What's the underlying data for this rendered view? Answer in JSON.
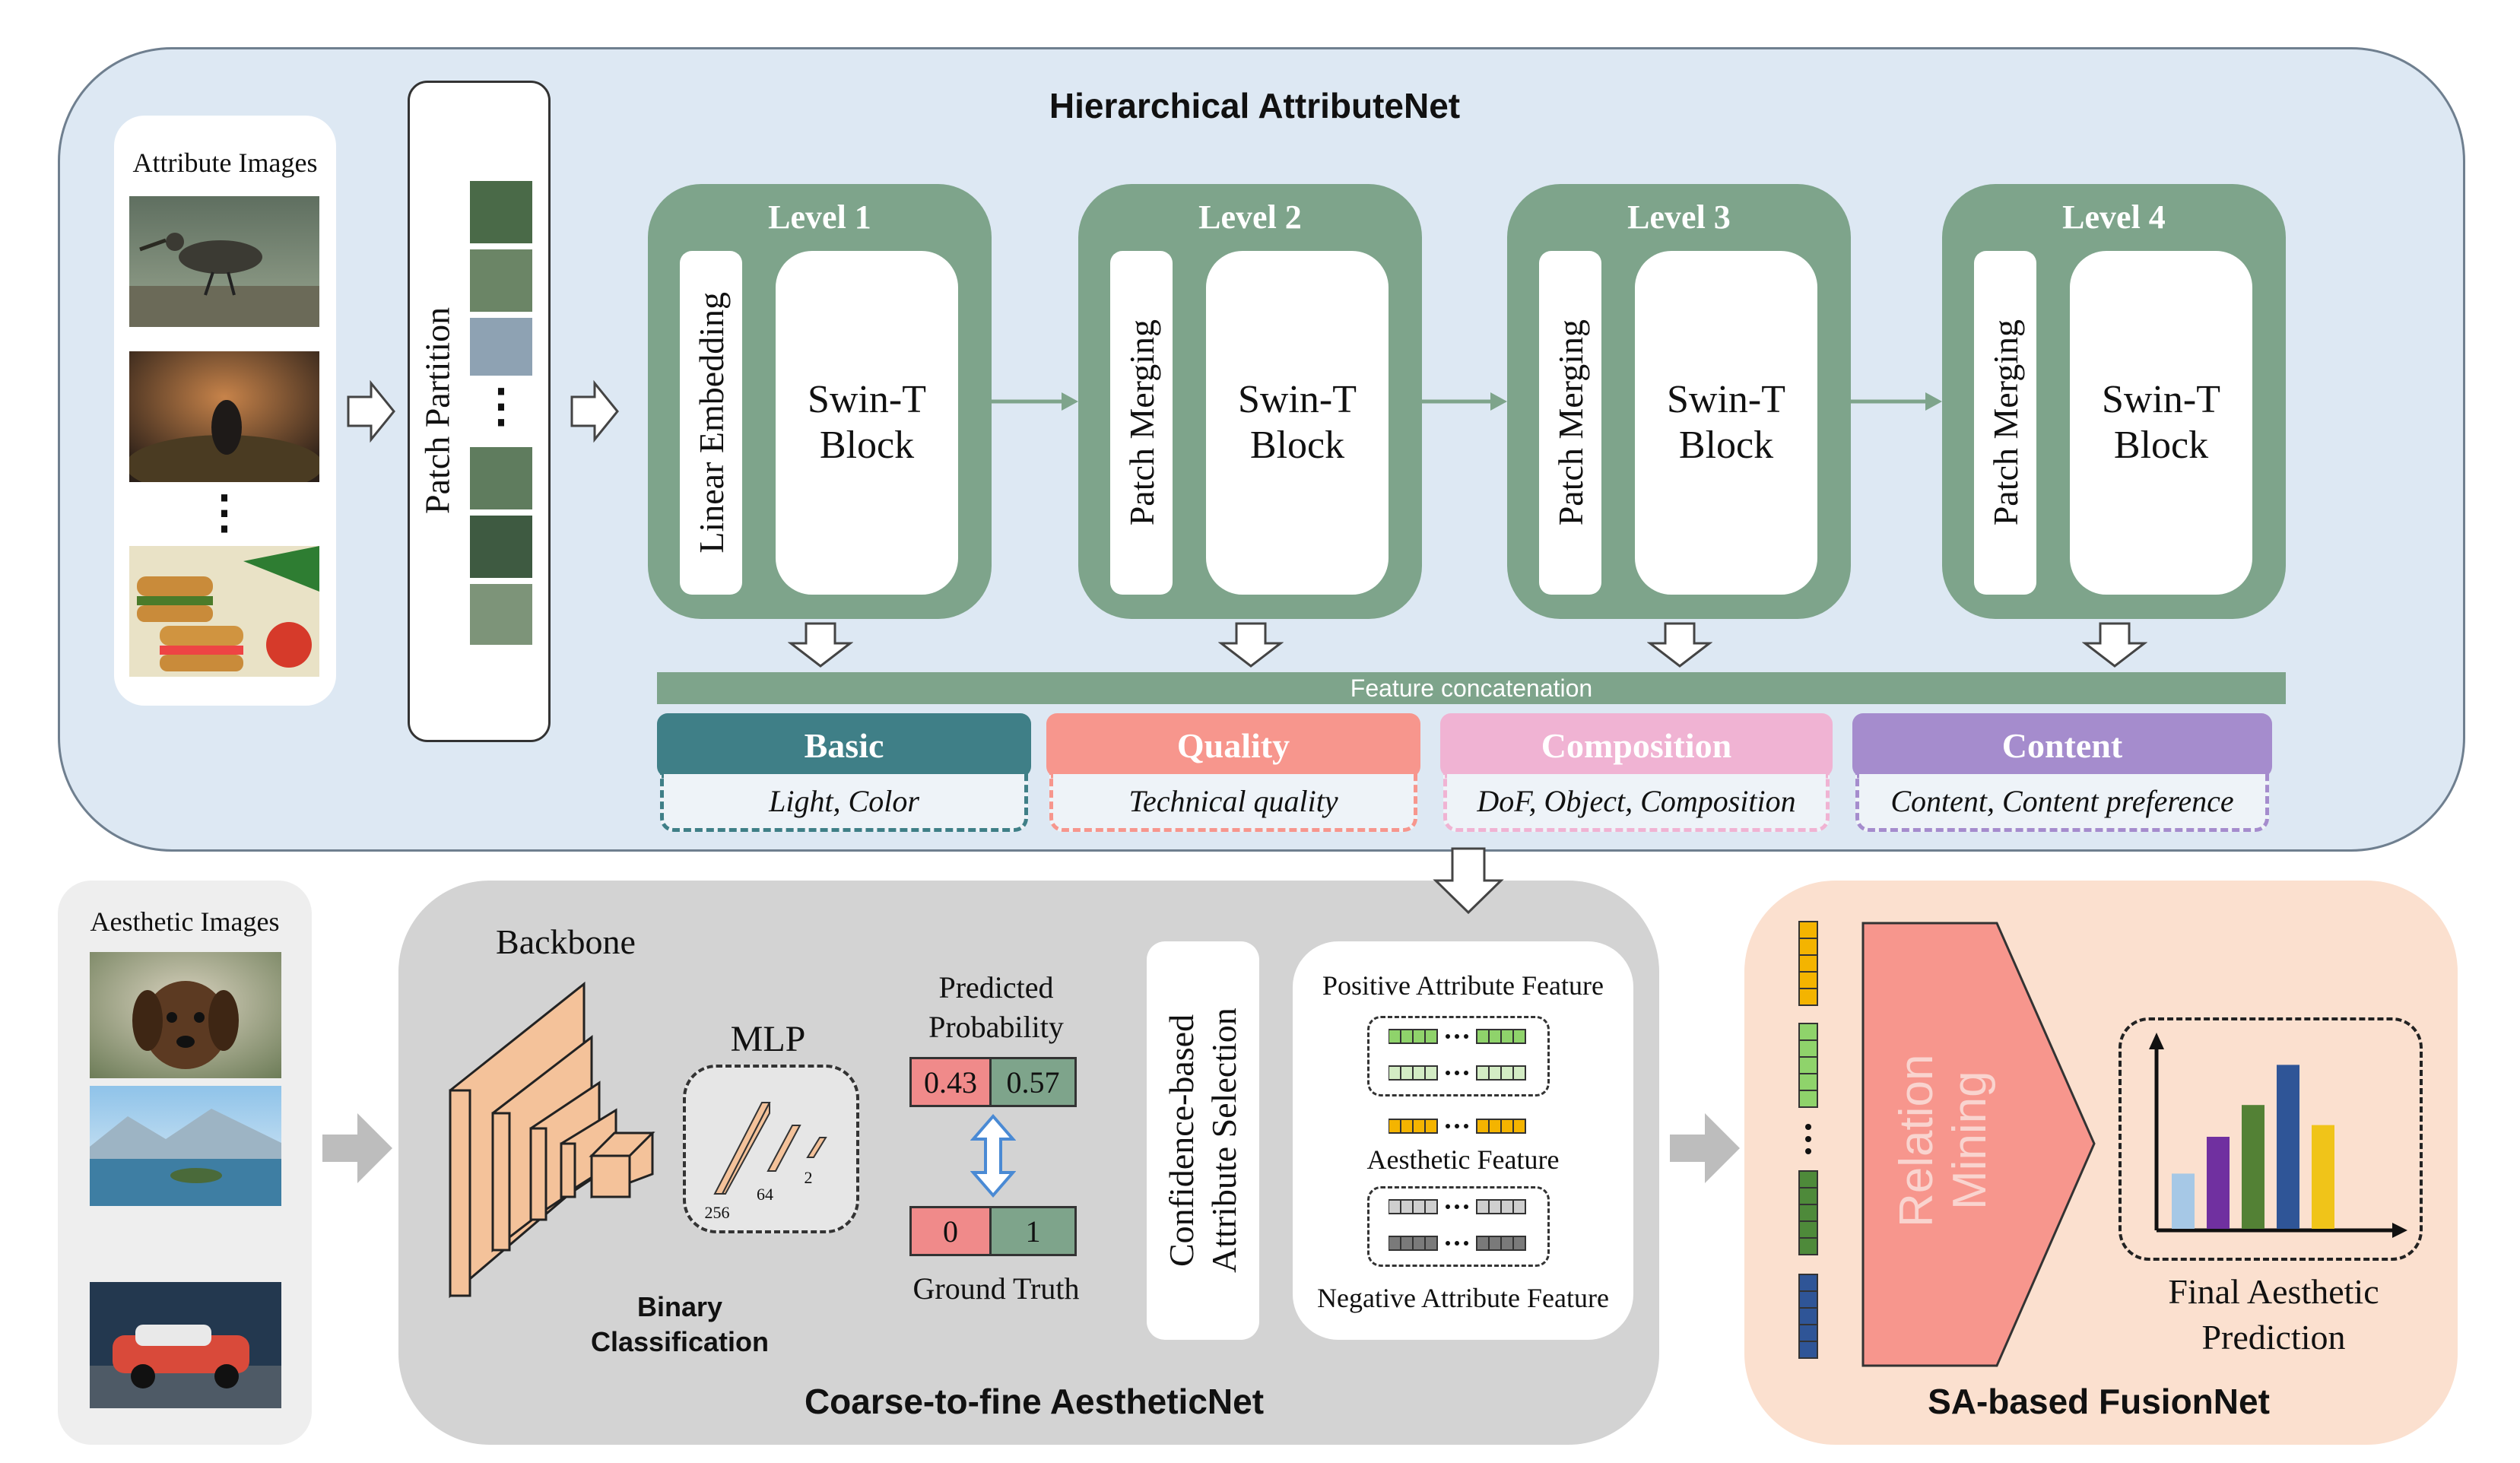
{
  "top_panel": {
    "title": "Hierarchical AttributeNet",
    "attribute_images_label": "Attribute Images",
    "patch_partition_label": "Patch Partition",
    "levels": [
      {
        "title": "Level 1",
        "embed_label": "Linear Embedding",
        "block_label": "Swin-T Block"
      },
      {
        "title": "Level 2",
        "embed_label": "Patch Merging",
        "block_label": "Swin-T Block"
      },
      {
        "title": "Level 3",
        "embed_label": "Patch Merging",
        "block_label": "Swin-T Block"
      },
      {
        "title": "Level 4",
        "embed_label": "Patch Merging",
        "block_label": "Swin-T Block"
      }
    ],
    "feature_concat_label": "Feature concatenation",
    "attributes": [
      {
        "name": "Basic",
        "desc": "Light, Color",
        "color": "#3f7f87"
      },
      {
        "name": "Quality",
        "desc": "Technical quality",
        "color": "#f7968d"
      },
      {
        "name": "Composition",
        "desc": "DoF, Object, Composition",
        "color": "#f0b3d3"
      },
      {
        "name": "Content",
        "desc": "Content, Content preference",
        "color": "#a58ccd"
      }
    ]
  },
  "bottom_left": {
    "aesthetic_images_label": "Aesthetic Images"
  },
  "aesthetic_net": {
    "title": "Coarse-to-fine AestheticNet",
    "backbone_label": "Backbone",
    "mlp_label": "MLP",
    "mlp_dims": [
      "256",
      "64",
      "2"
    ],
    "binary_classification_label": "Binary Classification",
    "predicted_probability_label": "Predicted Probability",
    "predicted_values": [
      "0.43",
      "0.57"
    ],
    "ground_truth_values": [
      "0",
      "1"
    ],
    "ground_truth_label": "Ground Truth",
    "selection_label": "Confidence-based Attribute Selection",
    "positive_feature_label": "Positive Attribute Feature",
    "aesthetic_feature_label": "Aesthetic Feature",
    "negative_feature_label": "Negative Attribute Feature"
  },
  "fusion_net": {
    "title": "SA-based FusionNet",
    "relation_mining_label": "Relation Mining",
    "final_prediction_label": "Final Aesthetic Prediction",
    "bar_colors": [
      "#a6c8e6",
      "#7030a0",
      "#538135",
      "#2f5597",
      "#f0c419"
    ],
    "bar_values": [
      0.33,
      0.55,
      0.74,
      0.98,
      0.62
    ]
  },
  "colors": {
    "level_green": "#7ea48b",
    "backbone_orange": "#f4c29a",
    "pred_red": "#f08a8a",
    "pred_green": "#7ea48b",
    "feature_green": "#8fd36b",
    "feature_yellow": "#f4b400",
    "feature_gray": "#b7b7b7"
  }
}
